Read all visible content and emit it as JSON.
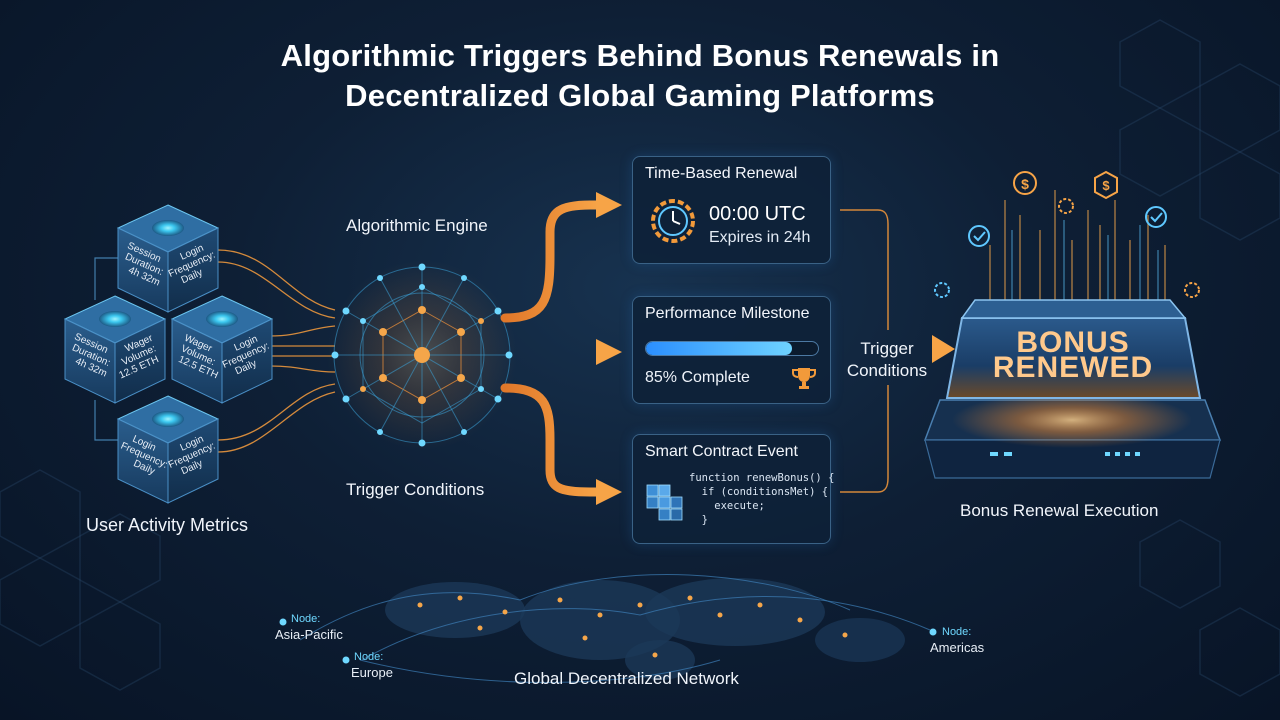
{
  "title": {
    "line1": "Algorithmic Triggers Behind Bonus Renewals in",
    "line2": "Decentralized Global Gaming Platforms"
  },
  "metrics": {
    "label": "User Activity Metrics",
    "cubes": [
      {
        "left": "Session",
        "left2": "Duration:",
        "left3": "4h 32m",
        "right": "Login",
        "right2": "Frequency:",
        "right3": "Daily"
      },
      {
        "left": "Session",
        "left2": "Duration:",
        "left3": "4h 32m",
        "right": "Wager",
        "right2": "Volume:",
        "right3": "12.5 ETH"
      },
      {
        "left": "Wager",
        "left2": "Volume:",
        "left3": "12.5 ETH",
        "right": "Login",
        "right2": "Frequency:",
        "right3": "Daily"
      },
      {
        "left": "Login",
        "left2": "Frequency:",
        "left3": "Daily",
        "right": "Login",
        "right2": "Frequency:",
        "right3": "Daily"
      }
    ]
  },
  "engine": {
    "label": "Algorithmic Engine",
    "sublabel": "Trigger Conditions"
  },
  "cards": {
    "time": {
      "title": "Time-Based Renewal",
      "time": "00:00 UTC",
      "sub": "Expires in 24h"
    },
    "performance": {
      "title": "Performance Milestone",
      "progress": 85,
      "text": "85% Complete"
    },
    "contract": {
      "title": "Smart Contract Event",
      "code": "function renewBonus() {\n  if (conditionsMet) {\n    execute;\n  }"
    }
  },
  "trigger_label": {
    "line1": "Trigger",
    "line2": "Conditions"
  },
  "bonus": {
    "line1": "BONUS",
    "line2": "RENEWED",
    "label": "Bonus Renewal Execution"
  },
  "network": {
    "label": "Global Decentralized Network",
    "nodes": [
      {
        "name": "Node:",
        "place": "Asia-Pacific"
      },
      {
        "name": "Node:",
        "place": "Europe"
      },
      {
        "name": "Node:",
        "place": "Americas"
      }
    ]
  },
  "colors": {
    "accent_orange": "#f29a3a",
    "accent_cyan": "#5fd0ff",
    "card_border": "#3a6286",
    "bonus_text": "#ffc98c"
  },
  "icons": [
    "clock-icon",
    "trophy-icon",
    "cube-stack-icon",
    "dollar-coin-icon",
    "checkmark-icon",
    "gear-icon"
  ]
}
